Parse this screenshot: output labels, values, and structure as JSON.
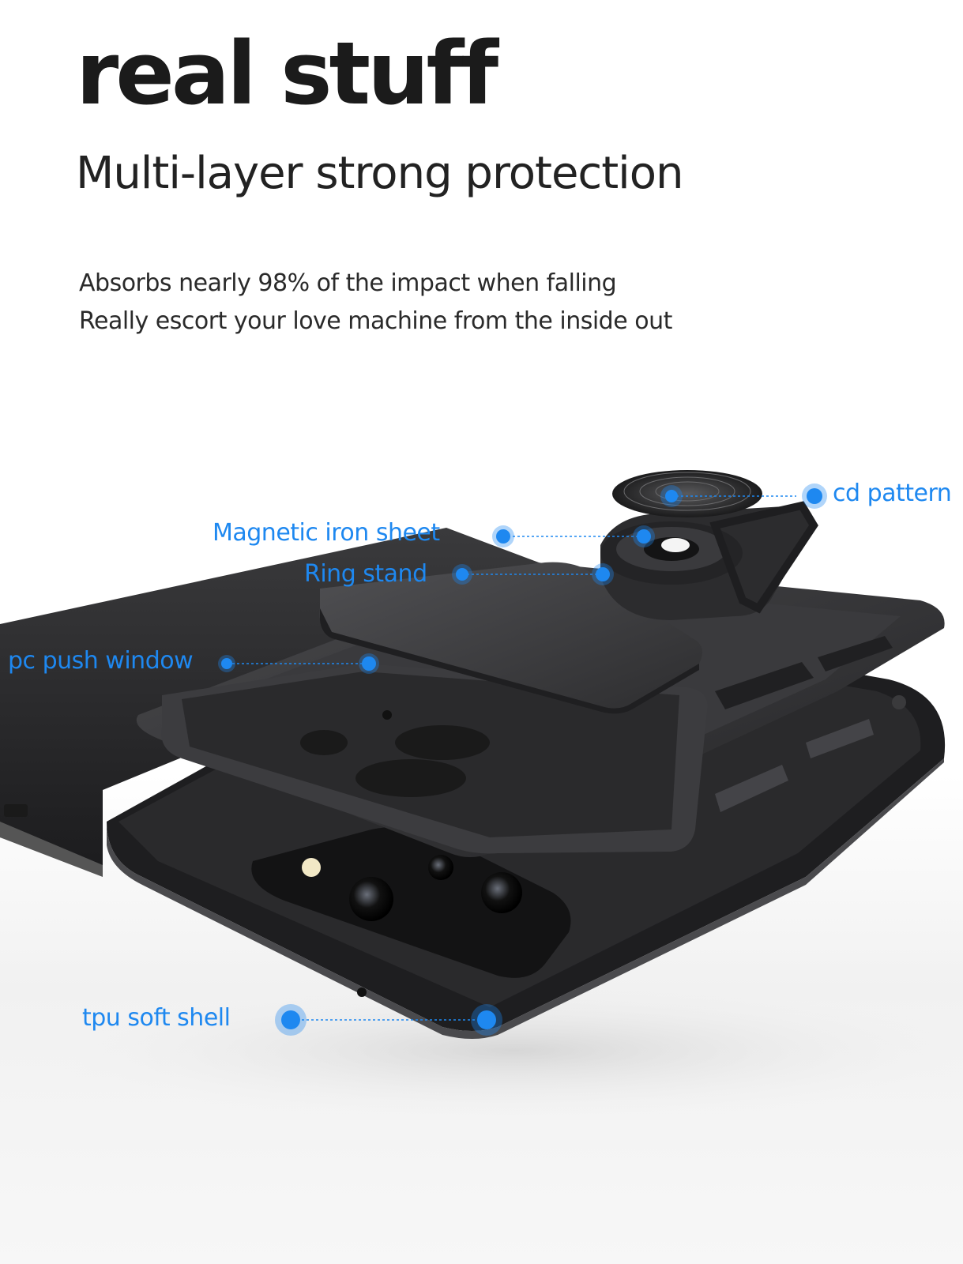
{
  "heading": {
    "title": "real stuff",
    "subtitle": "Multi-layer strong protection"
  },
  "description": {
    "line1": "Absorbs nearly 98% of the impact when falling",
    "line2": "Really escort your love machine from the inside out"
  },
  "callouts": {
    "cd_pattern": "cd pattern",
    "magnetic_iron_sheet": "Magnetic iron sheet",
    "ring_stand": "Ring stand",
    "pc_push_window": "pc push window",
    "tpu_soft_shell": "tpu soft shell"
  },
  "colors": {
    "accent": "#1e88f0",
    "heading_text": "#1b1b1b",
    "case_dark": "#2b2b2d"
  }
}
